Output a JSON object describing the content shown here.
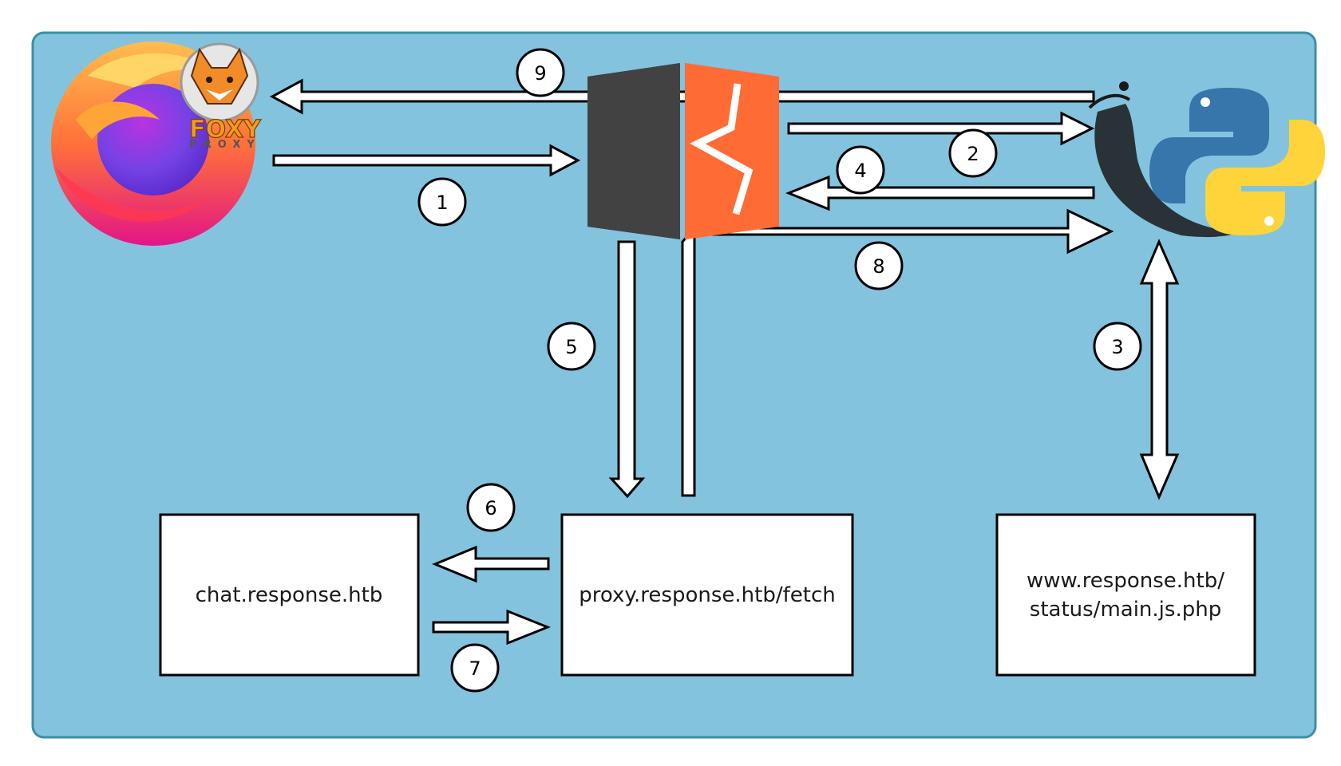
{
  "colors": {
    "background": "#83c3de",
    "border": "#3b8fa8",
    "box_fill": "#ffffff",
    "burp_dark": "#424242",
    "burp_orange": "#ff6b35",
    "python_blue": "#3776ab",
    "python_yellow": "#ffd43b",
    "firefox_orange": "#ff7139",
    "firefox_purple": "#7542e5"
  },
  "icons": {
    "browser": "firefox-icon",
    "proxy_addon": "foxyproxy-icon",
    "proxy_tool": "burp-suite-icon",
    "server_framework": "flask-horn-icon",
    "language": "python-icon"
  },
  "logos": {
    "foxyproxy_title": "FOXY",
    "foxyproxy_subtitle": "PROXY"
  },
  "boxes": {
    "chat": "chat.response.htb",
    "proxy": "proxy.response.htb/fetch",
    "www_line1": "www.response.htb/",
    "www_line2": "status/main.js.php"
  },
  "steps": [
    "1",
    "2",
    "3",
    "4",
    "5",
    "6",
    "7",
    "8",
    "9"
  ]
}
